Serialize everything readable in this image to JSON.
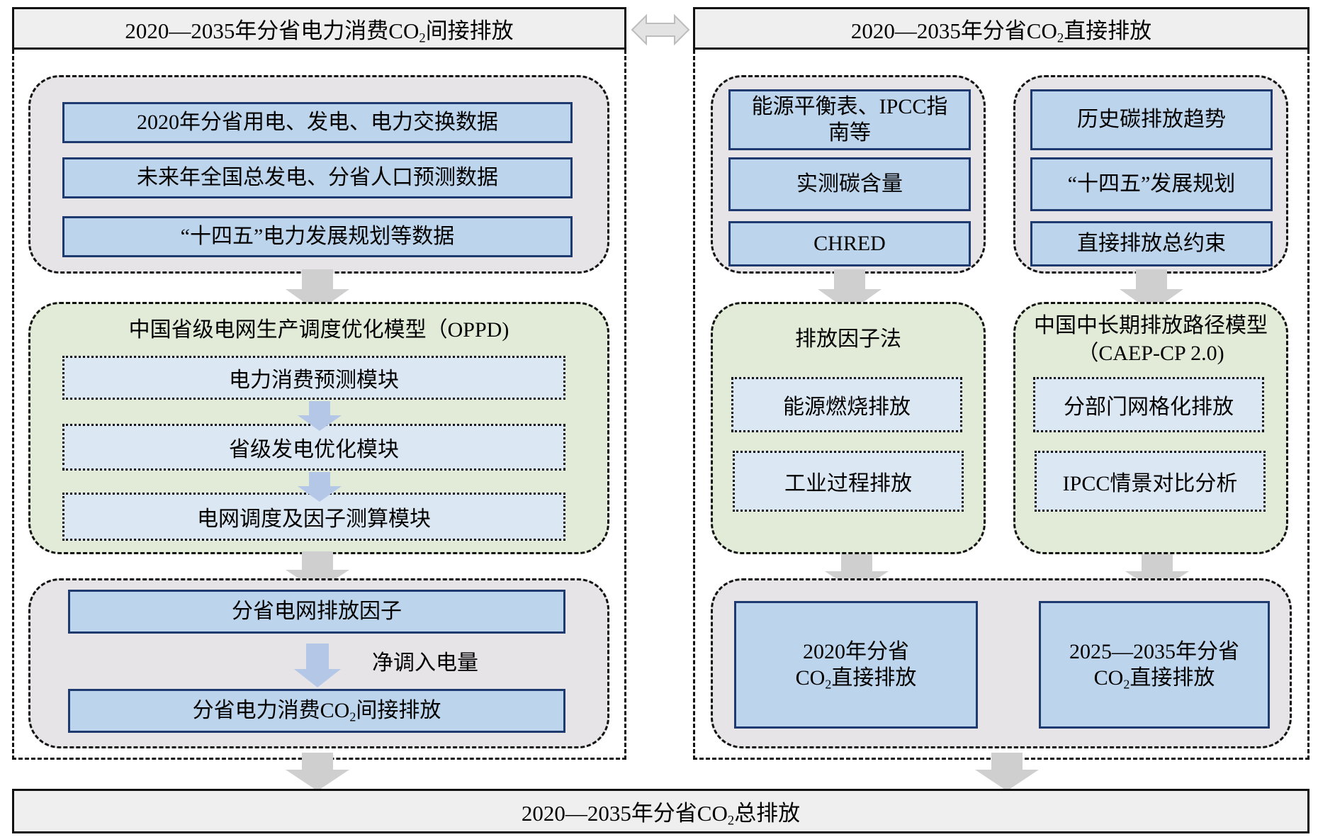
{
  "left_panel": {
    "header": {
      "prefix": "2020—2035年分省电力消费CO",
      "sub": "2",
      "suffix": "间接排放"
    },
    "inputs": [
      "2020年分省用电、发电、电力交换数据",
      "未来年全国总发电、分省人口预测数据",
      "“十四五”电力发展规划等数据"
    ],
    "model": {
      "title": "中国省级电网生产调度优化模型（OPPD)",
      "modules": [
        "电力消费预测模块",
        "省级发电优化模块",
        "电网调度及因子测算模块"
      ]
    },
    "outputs": {
      "factor": "分省电网排放因子",
      "arrow_label": "净调入电量",
      "result": {
        "prefix": "分省电力消费CO",
        "sub": "2",
        "suffix": "间接排放"
      }
    }
  },
  "right_panel": {
    "header": {
      "prefix": "2020—2035年分省CO",
      "sub": "2",
      "suffix": "直接排放"
    },
    "left_inputs": [
      "能源平衡表、IPCC指南等",
      "实测碳含量",
      "CHRED"
    ],
    "right_inputs": [
      "历史碳排放趋势",
      "“十四五”发展规划",
      "直接排放总约束"
    ],
    "method_left": {
      "title": "排放因子法",
      "items": [
        "能源燃烧排放",
        "工业过程排放"
      ]
    },
    "method_right": {
      "title": "中国中长期排放路径模型（CAEP-CP 2.0)",
      "items": [
        "分部门网格化排放",
        "IPCC情景对比分析"
      ]
    },
    "outputs": [
      {
        "line1": "2020年分省",
        "prefix": "CO",
        "sub": "2",
        "suffix": "直接排放"
      },
      {
        "line1": "2025—2035年分省",
        "prefix": "CO",
        "sub": "2",
        "suffix": "直接排放"
      }
    ]
  },
  "footer": {
    "prefix": "2020—2035年分省CO",
    "sub": "2",
    "suffix": "总排放"
  },
  "colors": {
    "header_bg": "#efefef",
    "group_grey": "#e6e4e6",
    "group_green": "#e1ebd7",
    "solid_box": "#bcd4ec",
    "solid_border": "#1f3a6e",
    "dotted_box": "#dce7f4",
    "arrow_grey": "#cfcfcf",
    "arrow_blue": "#b4c7e7"
  }
}
